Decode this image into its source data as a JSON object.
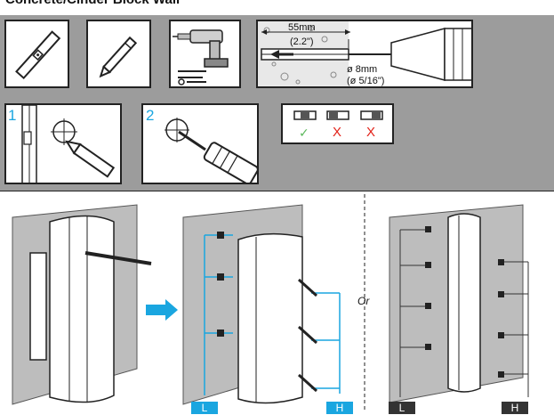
{
  "title": "Concrete/Cinder Block Wall",
  "drill_panel": {
    "depth": "55mm",
    "depth_in": "(2.2\")",
    "diameter": "ø 8mm",
    "diameter_in": "(ø 5/16\")"
  },
  "steps": {
    "step1": "1",
    "step2": "2"
  },
  "level_marks": {
    "ok": "✓",
    "bad1": "X",
    "bad2": "X"
  },
  "bottom": {
    "or_label": "Or",
    "tag_l1": "L",
    "tag_h1": "H",
    "tag_l2": "L",
    "tag_h2": "H"
  },
  "colors": {
    "accent": "#1aa6e0",
    "band": "#9c9c9c",
    "error": "#e2231a",
    "ok": "#5cb85c"
  }
}
